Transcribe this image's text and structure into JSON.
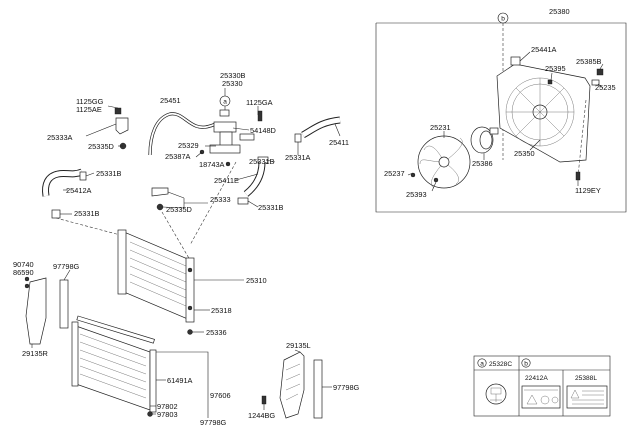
{
  "part_numbers": {
    "p25380": "25380",
    "p25441A": "25441A",
    "p25395": "25395",
    "p25385B": "25385B",
    "p25235": "25235",
    "p25231": "25231",
    "p25386": "25386",
    "p25350": "25350",
    "p25237": "25237",
    "p25393": "25393",
    "p1129EY": "1129EY",
    "p25330B": "25330B",
    "p25330": "25330",
    "p25451": "25451",
    "p1125GA": "1125GA",
    "p1125GG": "1125GG",
    "p1125AE": "1125AE",
    "p25333A": "25333A",
    "p25335D_a": "25335D",
    "p54148D": "54148D",
    "p25329": "25329",
    "p25387A": "25387A",
    "p18743A": "18743A",
    "p25331B_a": "25331B",
    "p25331A": "25331A",
    "p25411": "25411",
    "p25411E": "25411E",
    "p25331B_b": "25331B",
    "p25412A": "25412A",
    "p25331B_c": "25331B",
    "p25333": "25333",
    "p25335D_b": "25335D",
    "p25331B_d": "25331B",
    "p90740": "90740",
    "p86590": "86590",
    "p97798G_a": "97798G",
    "p25310": "25310",
    "p25318": "25318",
    "p25336": "25336",
    "p29135R": "29135R",
    "p29135L": "29135L",
    "p97798G_b": "97798G",
    "p61491A": "61491A",
    "p97606": "97606",
    "p97802": "97802",
    "p97803": "97803",
    "p97798G_c": "97798G",
    "p1244BG": "1244BG"
  },
  "callouts": {
    "a": "a",
    "b": "b"
  },
  "legend": {
    "a_letter": "a",
    "a_part": "25328C",
    "b_letter": "b",
    "b_part1": "22412A",
    "b_part2": "25388L"
  }
}
